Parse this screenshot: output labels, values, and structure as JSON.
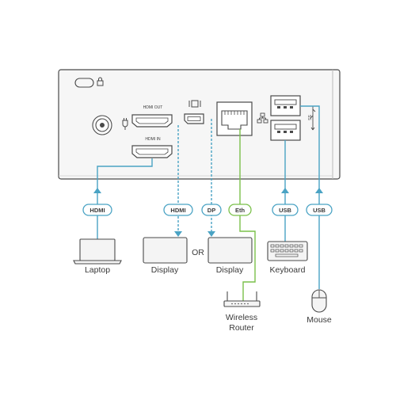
{
  "device": {
    "ports": {
      "hdmi_out_label": "HDMI OUT",
      "hdmi_in_label": "HDMI IN",
      "usb3_icon_text": "SS"
    }
  },
  "connections": {
    "hdmi_in_tag": "HDMI",
    "hdmi_out_tag": "HDMI",
    "dp_tag": "DP",
    "eth_tag": "Eth",
    "usb_keyboard_tag": "USB",
    "usb_mouse_tag": "USB"
  },
  "devices": {
    "laptop": "Laptop",
    "display_1": "Display",
    "or_text": "OR",
    "display_2": "Display",
    "keyboard": "Keyboard",
    "router_line1": "Wireless",
    "router_line2": "Router",
    "mouse": "Mouse"
  },
  "colors": {
    "cable_blue": "#4aa3c4",
    "cable_green": "#7ac04a",
    "line_gray": "#555555",
    "device_fill": "#f4f4f4"
  }
}
